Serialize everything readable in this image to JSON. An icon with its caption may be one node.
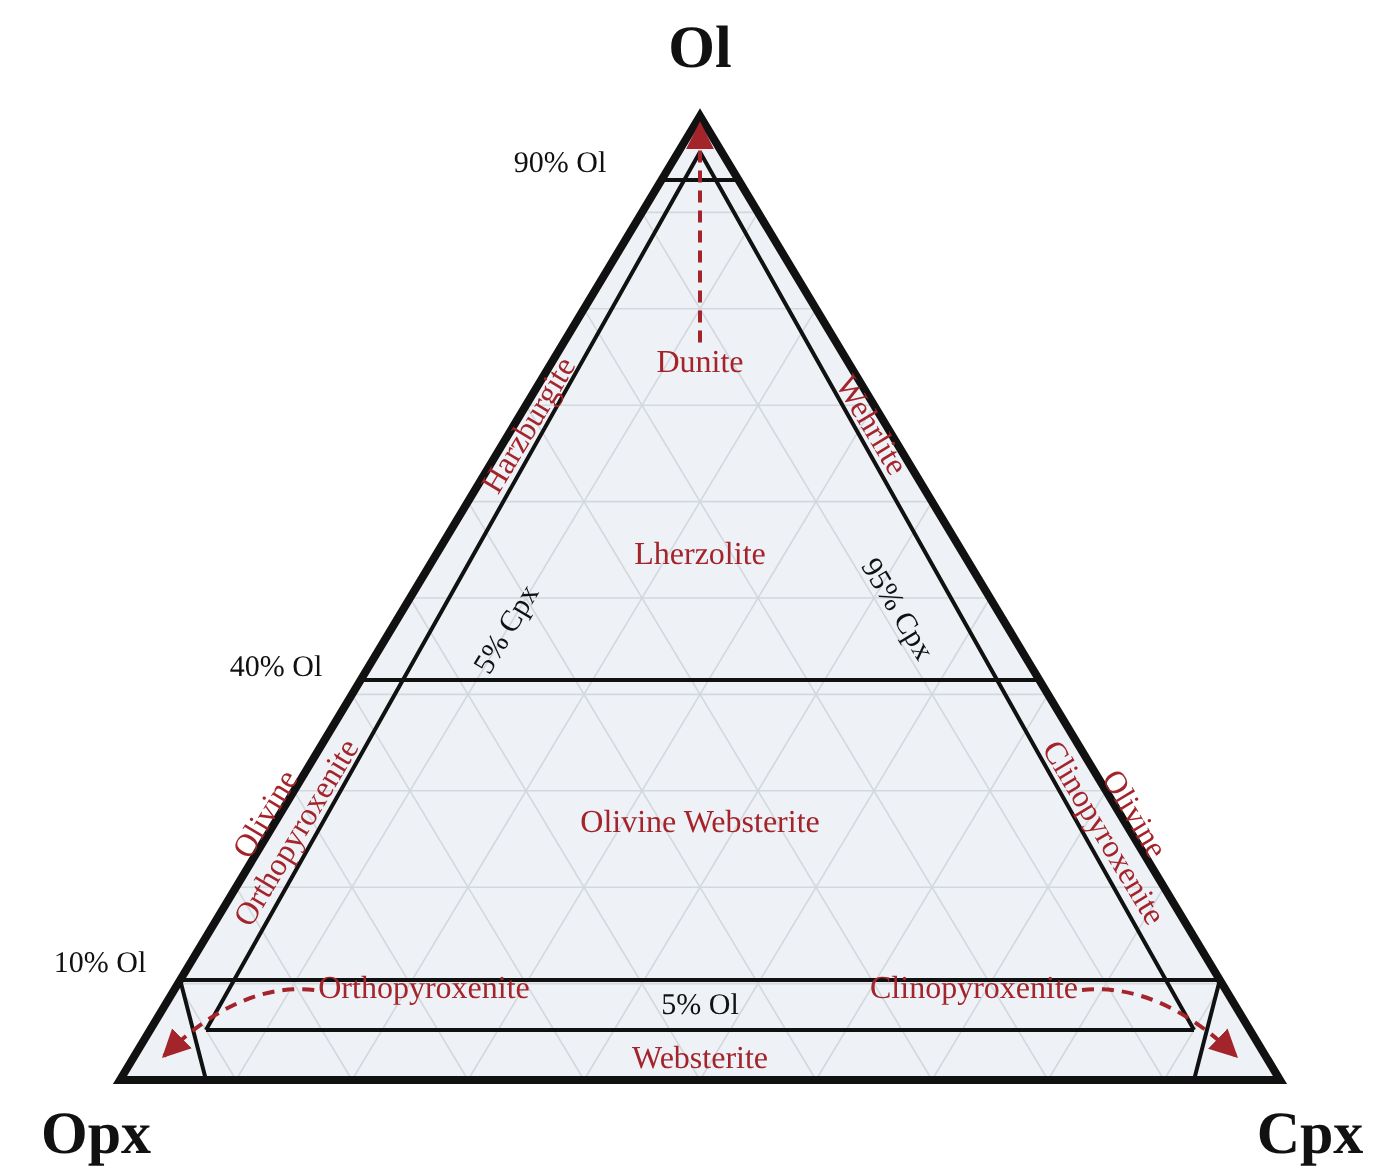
{
  "diagram": {
    "nodes": [
      {
        "text": [
          "Dunite"
        ]
      },
      {
        "text": [
          "Orthopyroxenite"
        ]
      },
      {
        "text": [
          "Clinopyroxenite"
        ]
      }
    ],
    "edges": [
      {
        "from": 0,
        "to": null,
        "arrow": "to",
        "style": "dashed"
      },
      {
        "from": 1,
        "to": null,
        "arrow": "to",
        "style": "dashed"
      },
      {
        "from": 2,
        "to": null,
        "arrow": "to",
        "style": "dashed"
      }
    ],
    "labels": [
      "Ol",
      "90% Ol",
      "Harzburgite",
      "Wehrlite",
      "Lherzolite",
      "5% Cpx",
      "95% Cpx",
      "40% Ol",
      "Olivine Orthopyroxenite",
      "Olivine Websterite",
      "Olivine Clinopyroxenite",
      "10% Ol",
      "5% Ol",
      "Websterite",
      "Opx",
      "Cpx"
    ]
  }
}
